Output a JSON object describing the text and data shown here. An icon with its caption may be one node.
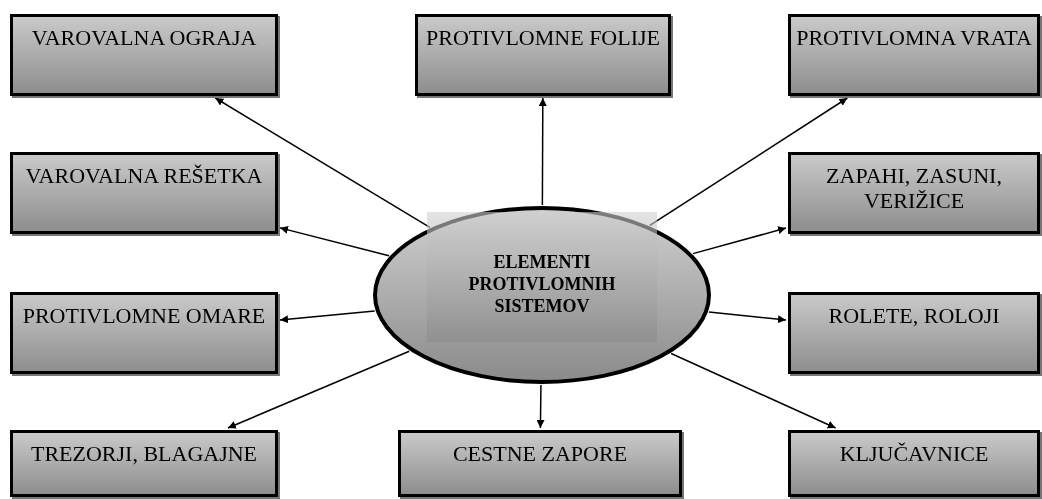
{
  "diagram": {
    "nodes": [
      {
        "text": [
          "VAROVALNA OGRAJA"
        ]
      },
      {
        "text": [
          "PROTIVLOMNE FOLIJE"
        ]
      },
      {
        "text": [
          "PROTIVLOMNA VRATA"
        ]
      },
      {
        "text": [
          "VAROVALNA REŠETKA"
        ]
      },
      {
        "text": [
          "ZAPAHI, ZASUNI, VERIŽICE"
        ]
      },
      {
        "text": [
          "ELEMENTI PROTIVLOMNIH SISTEMOV"
        ]
      },
      {
        "text": [
          "PROTIVLOMNE OMARE"
        ]
      },
      {
        "text": [
          "ROLETE, ROLOJI"
        ]
      },
      {
        "text": [
          "TREZORJI, BLAGAJNE"
        ]
      },
      {
        "text": [
          "CESTNE ZAPORE"
        ]
      },
      {
        "text": [
          "KLJUČAVNICE"
        ]
      }
    ],
    "edges": [
      {
        "from": 5,
        "to": 0,
        "arrow": "to"
      },
      {
        "from": 5,
        "to": 1,
        "arrow": "to"
      },
      {
        "from": 5,
        "to": 2,
        "arrow": "to"
      },
      {
        "from": 5,
        "to": 3,
        "arrow": "to"
      },
      {
        "from": 5,
        "to": 4,
        "arrow": "to"
      },
      {
        "from": 5,
        "to": 6,
        "arrow": "to"
      },
      {
        "from": 5,
        "to": 7,
        "arrow": "to"
      },
      {
        "from": 5,
        "to": 8,
        "arrow": "to"
      },
      {
        "from": 5,
        "to": 9,
        "arrow": "to"
      },
      {
        "from": 5,
        "to": 10,
        "arrow": "to"
      }
    ]
  }
}
